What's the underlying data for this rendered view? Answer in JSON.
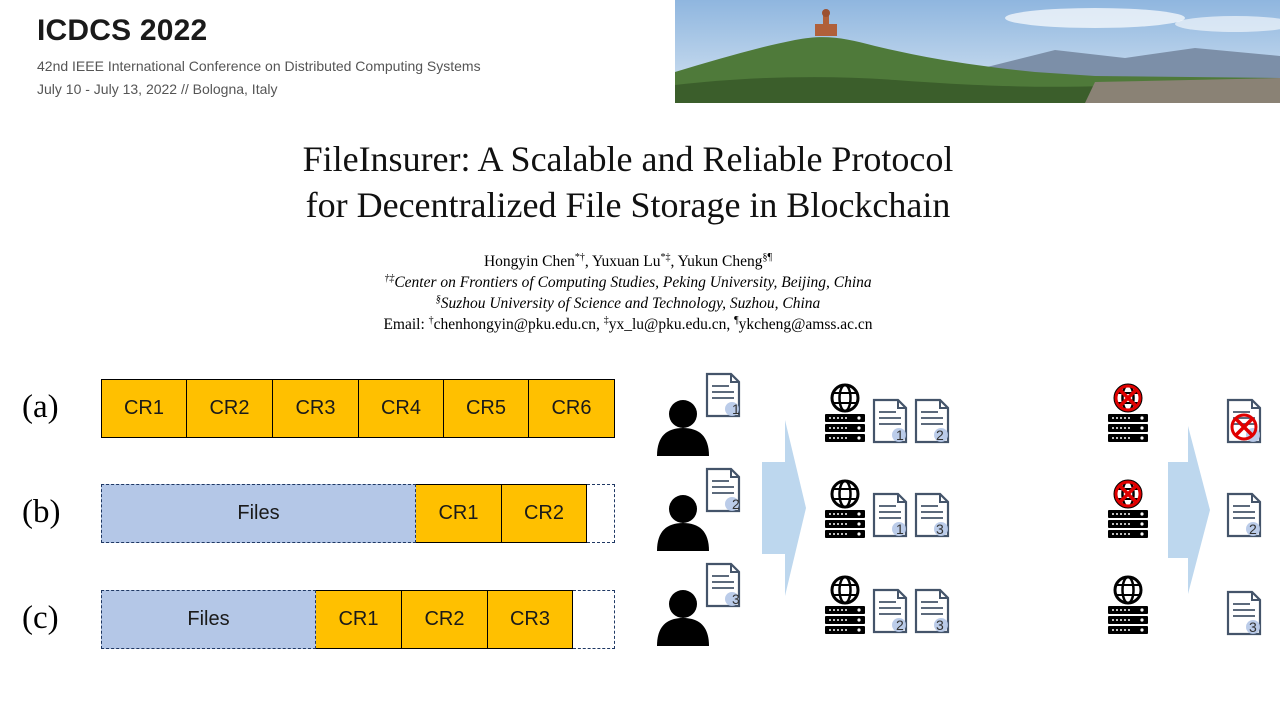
{
  "conference": {
    "title": "ICDCS 2022",
    "subtitle": "42nd IEEE International Conference on Distributed Computing Systems",
    "dates": "July 10 - July 13, 2022 // Bologna, Italy"
  },
  "paper": {
    "title_line1": "FileInsurer: A Scalable and Reliable Protocol",
    "title_line2": "for Decentralized File Storage in Blockchain",
    "authors": [
      {
        "name": "Hongyin Chen",
        "mark": "*†"
      },
      {
        "name": "Yuxuan Lu",
        "mark": "*‡"
      },
      {
        "name": "Yukun Cheng",
        "mark": "§¶"
      }
    ],
    "affiliation1": {
      "mark": "†‡",
      "text": "Center on Frontiers of Computing Studies, Peking University, Beijing, China"
    },
    "affiliation2": {
      "mark": "§",
      "text": "Suzhou University of Science and Technology, Suzhou, China"
    },
    "email_label": "Email: ",
    "emails": [
      {
        "mark": "†",
        "addr": "chenhongyin@pku.edu.cn"
      },
      {
        "mark": "‡",
        "addr": "yx_lu@pku.edu.cn"
      },
      {
        "mark": "¶",
        "addr": "ykcheng@amss.ac.cn"
      }
    ]
  },
  "figure": {
    "rows": [
      {
        "label": "(a)",
        "files_label": "",
        "crs": [
          "CR1",
          "CR2",
          "CR3",
          "CR4",
          "CR5",
          "CR6"
        ]
      },
      {
        "label": "(b)",
        "files_label": "Files",
        "crs": [
          "CR1",
          "CR2"
        ]
      },
      {
        "label": "(c)",
        "files_label": "Files",
        "crs": [
          "CR1",
          "CR2",
          "CR3"
        ]
      }
    ],
    "user_files": [
      "1",
      "2",
      "3"
    ],
    "server_files": [
      [
        "1",
        "2"
      ],
      [
        "1",
        "3"
      ],
      [
        "2",
        "3"
      ]
    ],
    "recovery": [
      {
        "server_failed": true,
        "file": "",
        "file_lost": true
      },
      {
        "server_failed": true,
        "file": "2",
        "file_lost": false
      },
      {
        "server_failed": false,
        "file": "3",
        "file_lost": false
      }
    ],
    "colors": {
      "cr": "#ffc000",
      "files": "#b4c7e7",
      "arrow": "#bdd7ee",
      "doc": "#44546a",
      "fail": "#e00000"
    }
  }
}
